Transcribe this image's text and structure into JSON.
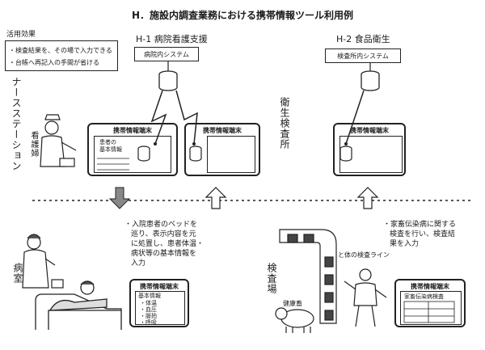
{
  "title": "H．施設内調査業務における携帯情報ツール利用例",
  "effects": {
    "heading": "活用効果",
    "items": [
      "・検査結果を、その場で入力できる",
      "・台帳へ再記入の手間が省ける"
    ]
  },
  "h1": {
    "label": "H-1 病院看護支援",
    "system": "病院内システム"
  },
  "h2": {
    "label": "H-2 食品衛生",
    "system": "検査所内システム"
  },
  "labels": {
    "nurse_station": "ナースステーション",
    "nurse": "看護婦",
    "hygiene_office": "衛生検査所",
    "ward": "病室",
    "inspection_site": "検査場",
    "line": "と体の検査ライン",
    "livestock": "健康畜"
  },
  "devices": {
    "terminal_title": "携帯情報端末",
    "patient_info_line1": "患者の",
    "patient_info_line2": "基本情報",
    "basic_info": "基本情報",
    "basic_items": [
      "・体温",
      "・血圧",
      "・脈拍",
      "・呼吸"
    ],
    "disease_exam": "家畜伝染病検査"
  },
  "notes": {
    "ward_note": [
      "・入院患者のベッドを",
      "巡り、表示内容を元",
      "に処置し、患者体温・",
      "病状等の基本情報を",
      "入力"
    ],
    "inspection_note": [
      "・家畜伝染病に関する",
      "検査を行い、検査結",
      "果を入力"
    ]
  }
}
